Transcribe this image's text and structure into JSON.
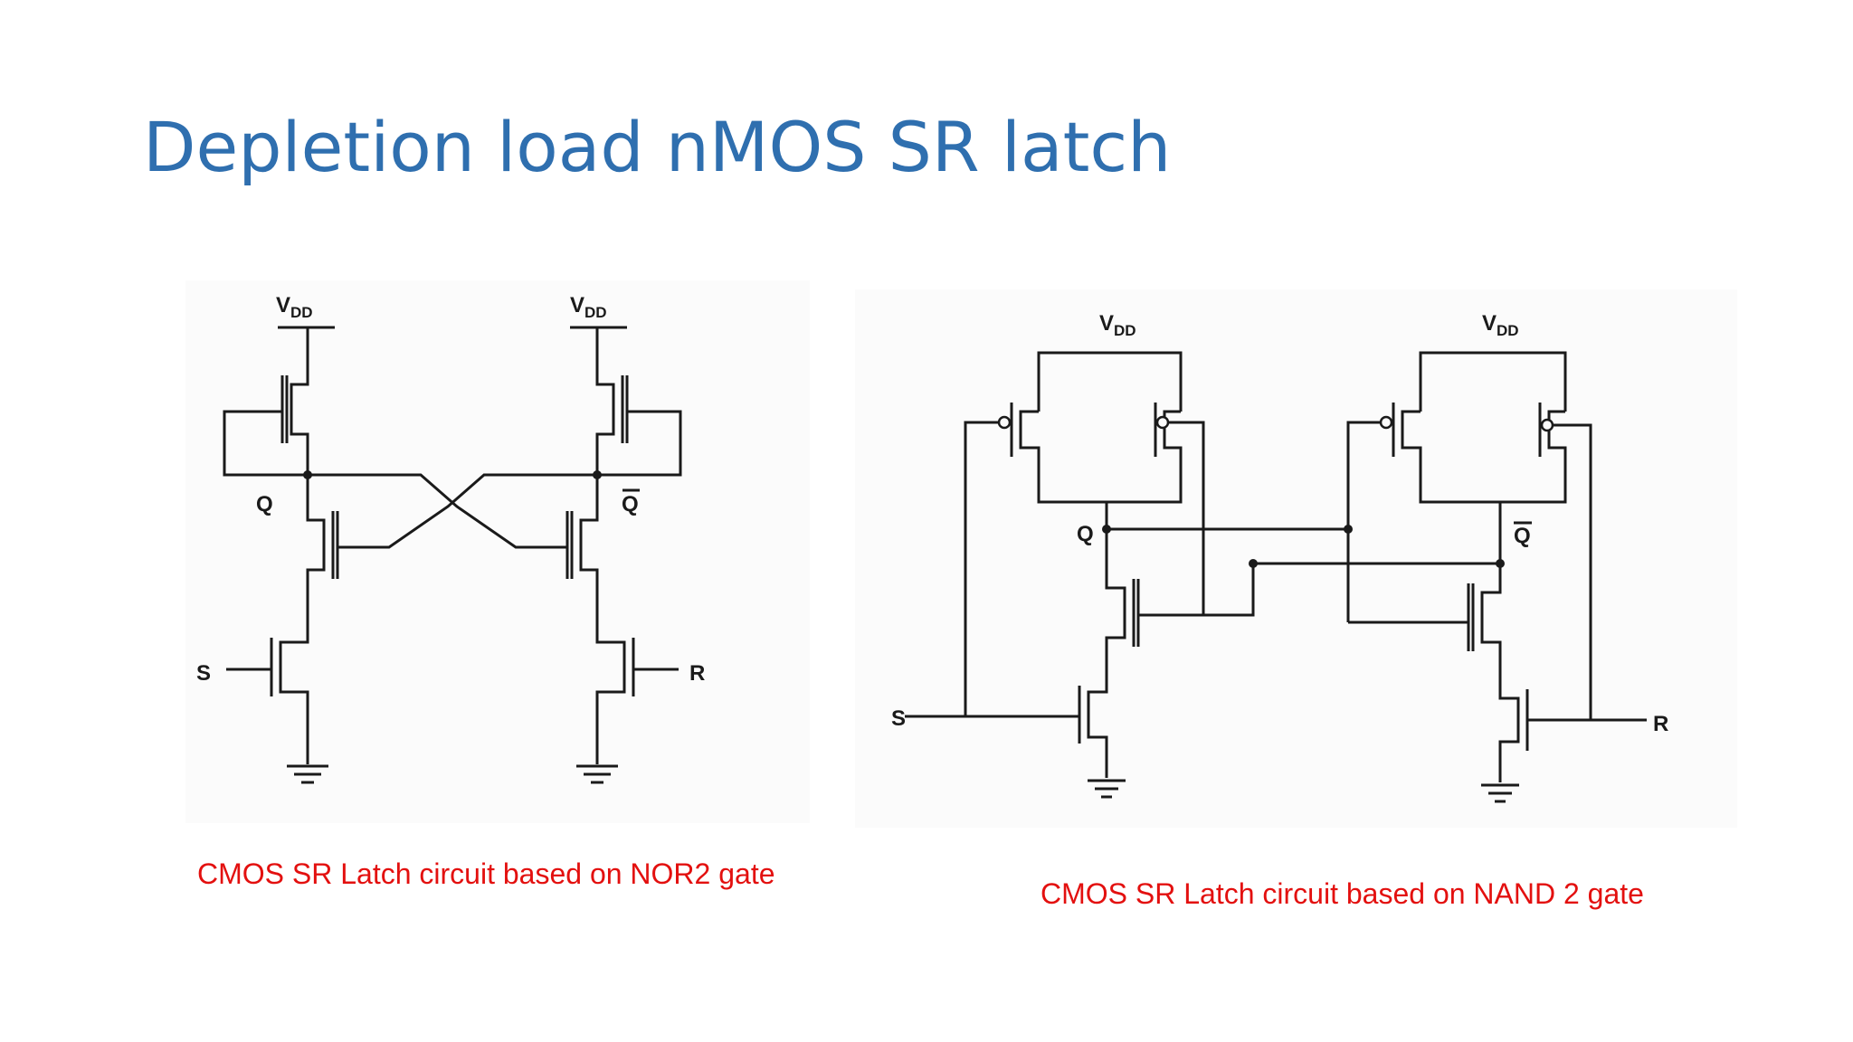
{
  "slide": {
    "title": "Depletion load nMOS SR latch"
  },
  "left_diagram": {
    "vdd_main": "V",
    "vdd_sub": "DD",
    "q_label": "Q",
    "qbar_label": "Q",
    "s_label": "S",
    "r_label": "R",
    "caption": "CMOS SR Latch circuit based on NOR2 gate"
  },
  "right_diagram": {
    "vdd_main": "V",
    "vdd_sub": "DD",
    "q_label": "Q",
    "qbar_label": "Q",
    "s_label": "S",
    "r_label": "R",
    "caption": "CMOS SR Latch circuit based on NAND 2 gate"
  }
}
